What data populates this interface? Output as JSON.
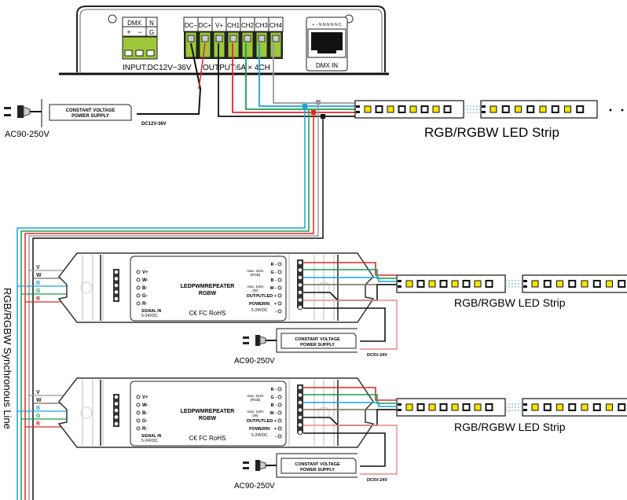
{
  "controller": {
    "dmx_terminal": {
      "header": "DMX",
      "header_n": "N",
      "pins": [
        "+",
        "−",
        "G"
      ]
    },
    "output_terminal": {
      "pins": [
        "DC−",
        "DC+",
        "V+",
        "CH1",
        "CH2",
        "CH3",
        "CH4"
      ]
    },
    "input_label": "INPUT:DC12V−36V",
    "output_label": "OUTPUT:6A × 4CH",
    "rj45_label": "DMX  IN",
    "rj45_pins": "+ − N N N N N C"
  },
  "main_power": {
    "supply_label_1": "CONSTANT VOLTAGE",
    "supply_label_2": "POWER SUPPLY",
    "ac_label": "AC90-250V",
    "dc_label": "DC12V-36V"
  },
  "strips": [
    {
      "label": "RGB/RGBW LED Strip"
    },
    {
      "label": "RGB/RGBW LED Strip"
    },
    {
      "label": "RGB/RGBW LED  Strip"
    }
  ],
  "sync_line_label": "RGB/RGBW  Synchronous  Line",
  "repeaters": [
    {
      "wire_labels": [
        "V",
        "W",
        "B",
        "G",
        "R"
      ],
      "inputs": [
        "V+",
        "W-",
        "B-",
        "G-",
        "R-"
      ],
      "signal_in": "SIGNAL IN",
      "signal_volt": "5-24VDC",
      "title_1": "LEDPWMREPEATER",
      "title_2": "RGBW",
      "certs": "C€ FC RoHS",
      "outputs": [
        "R -",
        "G -",
        "B -",
        "W -",
        "OUTPUTLED +",
        "+",
        "-"
      ],
      "max_rgb": "max. 3x3A",
      "max_rgb_sub": "(RGB)",
      "max_w": "max. 1x9A",
      "max_w_sub": "(W)",
      "power_in": "POWERIN",
      "power_volt": "5-24VDC",
      "supply_label_1": "CONSTANT VOLTAGE",
      "supply_label_2": "POWER SUPPLY",
      "ac_label": "AC90-250V",
      "dc_label": "DC5V-24V"
    },
    {
      "wire_labels": [
        "V",
        "W",
        "B",
        "G",
        "R"
      ],
      "inputs": [
        "V+",
        "W-",
        "B-",
        "G-",
        "R-"
      ],
      "signal_in": "SIGNAL IN",
      "signal_volt": "5-24VDC",
      "title_1": "LEDPWMREPEATER",
      "title_2": "RGBW",
      "certs": "C€ FC RoHS",
      "outputs": [
        "R -",
        "G -",
        "B -",
        "W -",
        "OUTPUTLED +",
        "+",
        "-"
      ],
      "max_rgb": "max. 3x3A",
      "max_rgb_sub": "(RGB)",
      "max_w": "max. 1x9A",
      "max_w_sub": "(W)",
      "power_in": "POWERIN",
      "power_volt": "5-24VDC",
      "supply_label_1": "CONSTANT VOLTAGE",
      "supply_label_2": "POWER SUPPLY",
      "ac_label": "AC90-250V",
      "dc_label": "DC5V-24V"
    }
  ],
  "colors": {
    "red": "#e0262b",
    "green": "#14a04a",
    "blue": "#1aa3dc",
    "gray": "#9a9a9a",
    "brown": "#7a6a55",
    "black": "#1a1a1a",
    "terminal": "#9cc83a",
    "led": "#f5e400"
  }
}
